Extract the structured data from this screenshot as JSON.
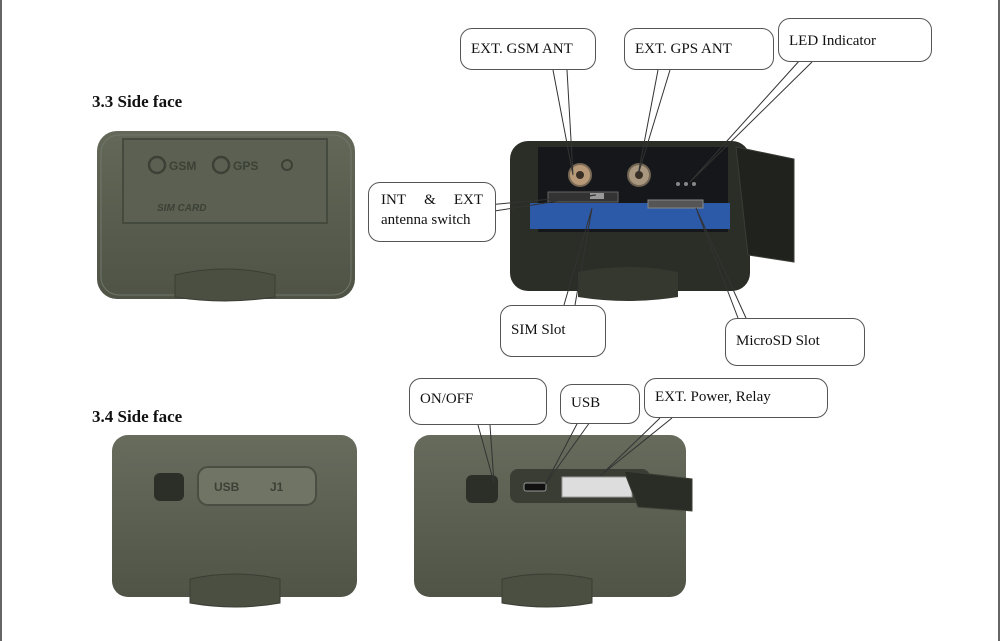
{
  "sections": {
    "side_face_3_3": "3.3 Side face",
    "side_face_3_4": "3.4 Side face"
  },
  "device_3_3_left": {
    "silk": {
      "gsm": "GSM",
      "gps": "GPS",
      "sim": "SIM CARD"
    }
  },
  "device_3_4_left": {
    "silk": {
      "usb": "USB",
      "j1": "J1"
    }
  },
  "callouts": {
    "ext_gsm_ant": "EXT. GSM ANT",
    "ext_gps_ant": "EXT. GPS ANT",
    "led_indicator": "LED Indicator",
    "antenna_switch_line1_a": "INT",
    "antenna_switch_line1_b": "&",
    "antenna_switch_line1_c": "EXT",
    "antenna_switch_line2": "antenna switch",
    "sim_slot": "SIM Slot",
    "microsd_slot": "MicroSD Slot",
    "on_off": "ON/OFF",
    "usb": "USB",
    "ext_power_relay": "EXT. Power, Relay"
  },
  "colors": {
    "device_body": "#565b4e",
    "device_dark": "#2e3129",
    "port_blue": "#2c5aa8",
    "callout_border": "#555555"
  }
}
